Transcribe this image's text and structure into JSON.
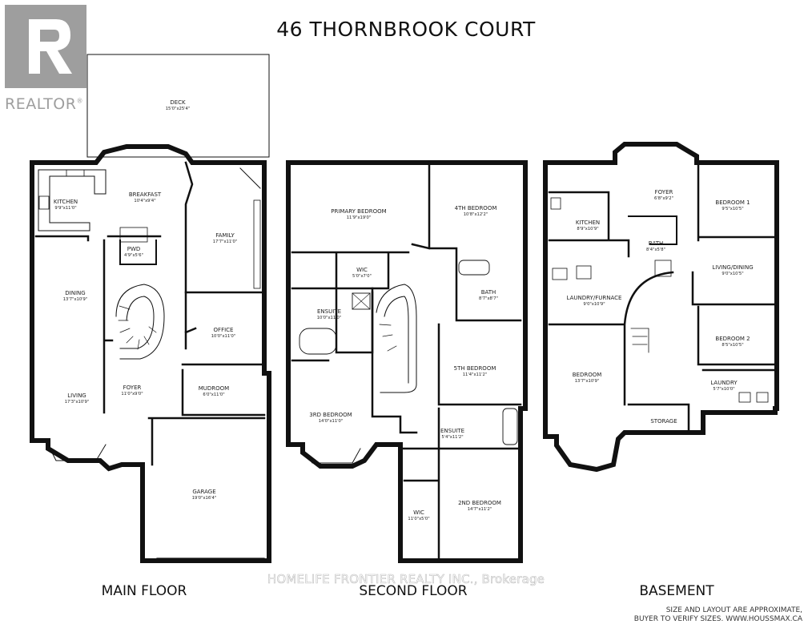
{
  "title": "46 THORNBROOK COURT",
  "logo": {
    "text": "REALTOR",
    "mark": "®",
    "color": "#9e9e9e"
  },
  "watermark": "HOMELIFE FRONTIER REALTY INC., Brokerage",
  "disclaimer": {
    "line1": "SIZE AND LAYOUT ARE APPROXIMATE,",
    "line2": "BUYER TO VERIFY SIZES. WWW.HOUSSMAX.CA"
  },
  "floors": {
    "main": {
      "caption": "MAIN FLOOR",
      "rooms": [
        {
          "name": "DECK",
          "dim": "15'0\"x25'4\""
        },
        {
          "name": "BREAKFAST",
          "dim": "10'4\"x9'4\""
        },
        {
          "name": "KITCHEN",
          "dim": "9'9\"x11'0\""
        },
        {
          "name": "FAMILY",
          "dim": "17'7\"x11'0\""
        },
        {
          "name": "PWD",
          "dim": "4'9\"x5'6\""
        },
        {
          "name": "DINING",
          "dim": "13'7\"x10'9\""
        },
        {
          "name": "OFFICE",
          "dim": "10'0\"x11'0\""
        },
        {
          "name": "FOYER",
          "dim": "11'0\"x9'0\""
        },
        {
          "name": "MUDROOM",
          "dim": "6'0\"x11'0\""
        },
        {
          "name": "LIVING",
          "dim": "17'3\"x10'9\""
        },
        {
          "name": "GARAGE",
          "dim": "19'0\"x16'4\""
        }
      ]
    },
    "second": {
      "caption": "SECOND FLOOR",
      "rooms": [
        {
          "name": "PRIMARY BEDROOM",
          "dim": "11'9\"x19'0\""
        },
        {
          "name": "4TH BEDROOM",
          "dim": "10'8\"x12'2\""
        },
        {
          "name": "WIC",
          "dim": "5'0\"x7'0\""
        },
        {
          "name": "BATH",
          "dim": "8'7\"x8'7\""
        },
        {
          "name": "ENSUITE",
          "dim": "10'0\"x11'0\""
        },
        {
          "name": "5TH BEDROOM",
          "dim": "11'4\"x11'2\""
        },
        {
          "name": "3RD BEDROOM",
          "dim": "14'0\"x11'0\""
        },
        {
          "name": "ENSUITE",
          "dim": "5'4\"x11'2\""
        },
        {
          "name": "2ND BEDROOM",
          "dim": "14'7\"x11'2\""
        },
        {
          "name": "WIC",
          "dim": "11'0\"x5'0\""
        }
      ]
    },
    "basement": {
      "caption": "BASEMENT",
      "rooms": [
        {
          "name": "FOYER",
          "dim": "6'8\"x9'2\""
        },
        {
          "name": "BEDROOM 1",
          "dim": "9'5\"x10'5\""
        },
        {
          "name": "KITCHEN",
          "dim": "8'9\"x10'9\""
        },
        {
          "name": "BATH",
          "dim": "8'4\"x5'8\""
        },
        {
          "name": "LIVING/DINING",
          "dim": "9'0\"x10'5\""
        },
        {
          "name": "LAUNDRY/FURNACE",
          "dim": "9'0\"x10'9\""
        },
        {
          "name": "BEDROOM 2",
          "dim": "8'5\"x10'5\""
        },
        {
          "name": "BEDROOM",
          "dim": "13'7\"x10'9\""
        },
        {
          "name": "LAUNDRY",
          "dim": "5'7\"x10'0\""
        },
        {
          "name": "STORAGE",
          "dim": ""
        }
      ]
    }
  }
}
